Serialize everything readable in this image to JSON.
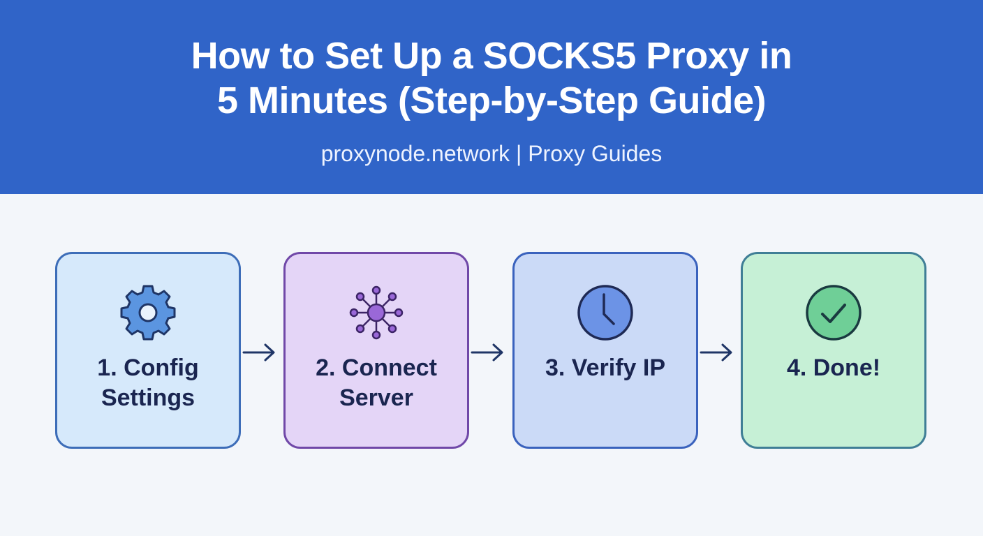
{
  "header": {
    "title_line1": "How to Set Up a SOCKS5 Proxy in",
    "title_line2": "5 Minutes (Step-by-Step Guide)",
    "subtitle": "proxynode.network | Proxy Guides",
    "background": "#3064c8"
  },
  "steps": [
    {
      "label": "1. Config\nSettings",
      "icon": "gear-icon",
      "bg": "#d6e9fb",
      "border": "#3d6db8",
      "icon_fill": "#5b95e0"
    },
    {
      "label": "2. Connect\nServer",
      "icon": "network-hub-icon",
      "bg": "#e4d5f7",
      "border": "#7048a8",
      "icon_fill": "#9a68d8"
    },
    {
      "label": "3. Verify IP",
      "icon": "clock-icon",
      "bg": "#cbdaf7",
      "border": "#3a62bd",
      "icon_fill": "#6c93e6"
    },
    {
      "label": "4. Done!",
      "icon": "check-circle-icon",
      "bg": "#c6f0d6",
      "border": "#3f7e96",
      "icon_fill": "#6fcf97"
    }
  ],
  "arrows": [
    "arrow-right-icon",
    "arrow-right-icon",
    "arrow-right-icon"
  ],
  "colors": {
    "page_bg": "#f3f6fa",
    "text_dark": "#1a2550"
  }
}
